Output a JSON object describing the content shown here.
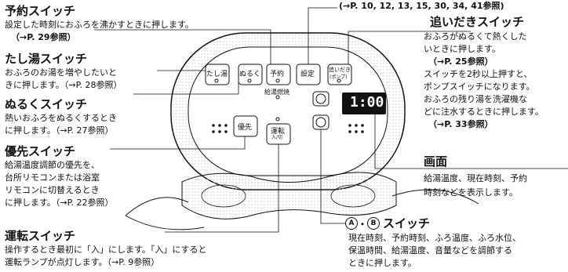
{
  "top_ref": "(→P. 10, 12, 13, 15, 30, 34, 41参照)",
  "left_sections": [
    {
      "title": "予約スイッチ",
      "lines": [
        "設定した時刻におふろを沸かすときに押します。",
        "（→P. 29参照）"
      ]
    },
    {
      "title": "たし湯スイッチ",
      "lines": [
        "おふろのお湯を増やしたいと",
        "きに押します。（→P. 28参照）"
      ]
    },
    {
      "title": "ぬるくスイッチ",
      "lines": [
        "熱いおふろをぬるくするとき",
        "に押します。（→P. 27参照）"
      ]
    },
    {
      "title": "優先スイッチ",
      "lines": [
        "給湯温度調節の優先を、",
        "台所リモコンまたは浴室",
        "リモコンに切替えるとき",
        "に押します。（→P. 22参照）"
      ]
    },
    {
      "title": "運転スイッチ",
      "lines": [
        "操作するとき最初に「入」にします。「入」にすると",
        "運転ランプが点灯します。（→P. 9参照）"
      ]
    }
  ],
  "right_sections": [
    {
      "title": "追いだきスイッチ",
      "lines": [
        "おふろがぬるくて熱くした",
        "いときに押します。",
        "（→P. 25参照）",
        "スイッチを2秒以上押すと、",
        "ポンプスイッチになります。",
        "おふろの残り湯を洗濯機な",
        "どに注水するときに押します。",
        "（→P. 33参照）"
      ]
    },
    {
      "title": "画面",
      "lines": [
        "給湯温度、現在時刻、予約",
        "時刻などを表示します。"
      ]
    },
    {
      "title": "スイッチ",
      "lines": [
        "現在時刻、予約時刻、ふろ温度、ふろ水位、",
        "保温時間、給湯温度、音量などを調節する",
        "ときに押します。"
      ]
    }
  ],
  "ab_labels": {
    "a": "A",
    "sep": "・",
    "b": "B"
  },
  "panel": {
    "buttons": {
      "tashiyu": "たし湯",
      "nuruku": "ぬるく",
      "yoyaku": "予約",
      "settei": "設定",
      "oidaki": "追いだき",
      "oidaki_sub": "(ポンプ)",
      "yusen": "優先",
      "unten": "運転",
      "unten_sub": "入/切",
      "kyuto_label": "給湯燃焼"
    },
    "display": "1:00"
  },
  "colors": {
    "ink": "#111111",
    "panel": "#ffffff",
    "display_bg": "#111111",
    "display_fg": "#ffffff",
    "dots": "#cfcfcf"
  }
}
